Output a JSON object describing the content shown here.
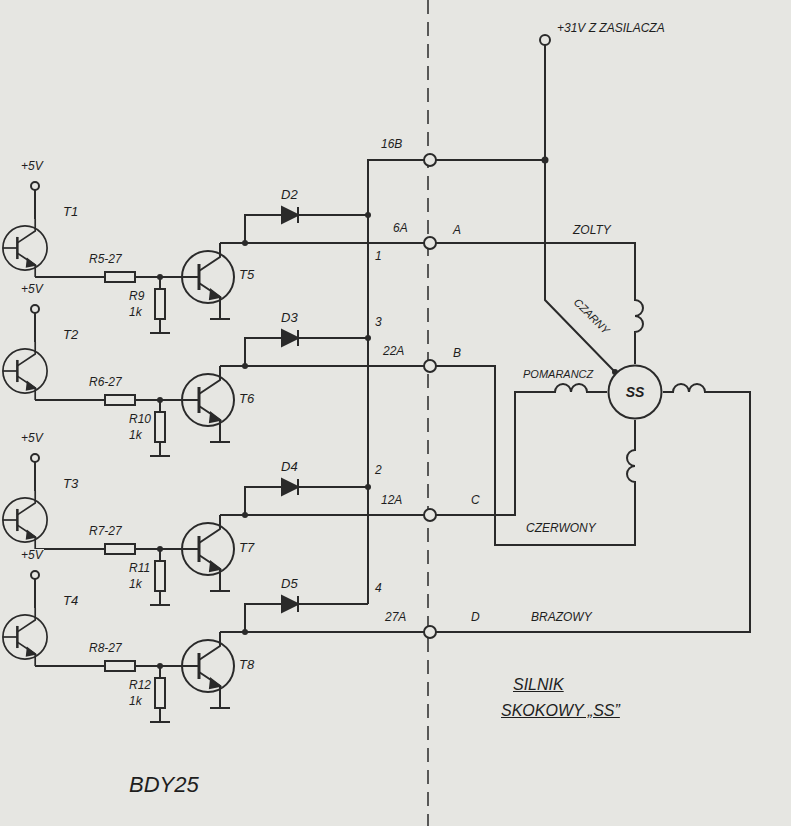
{
  "diagram": {
    "nodes": [
      {
        "text": [
          "SS"
        ]
      }
    ],
    "labels": [
      "+31V Z ZASILACZA",
      "+5V",
      "T1",
      "R5-27",
      "R9",
      "1k",
      "T5",
      "D2",
      "+5V",
      "T2",
      "R6-27",
      "R10",
      "1k",
      "T6",
      "D3",
      "+5V",
      "T3",
      "R7-27",
      "R11",
      "1k",
      "T7",
      "D4",
      "+5V",
      "T4",
      "R8-27",
      "R12",
      "1k",
      "T8",
      "D5",
      "16B",
      "6A",
      "1",
      "3",
      "22A",
      "2",
      "12A",
      "4",
      "27A",
      "A",
      "B",
      "C",
      "D",
      "ZOLTY",
      "CZARNY",
      "POMARANCZ",
      "CZERWONY",
      "BRAZOWY",
      "SILNIK",
      "SKOKOWY „SS”",
      "BDY25"
    ]
  }
}
